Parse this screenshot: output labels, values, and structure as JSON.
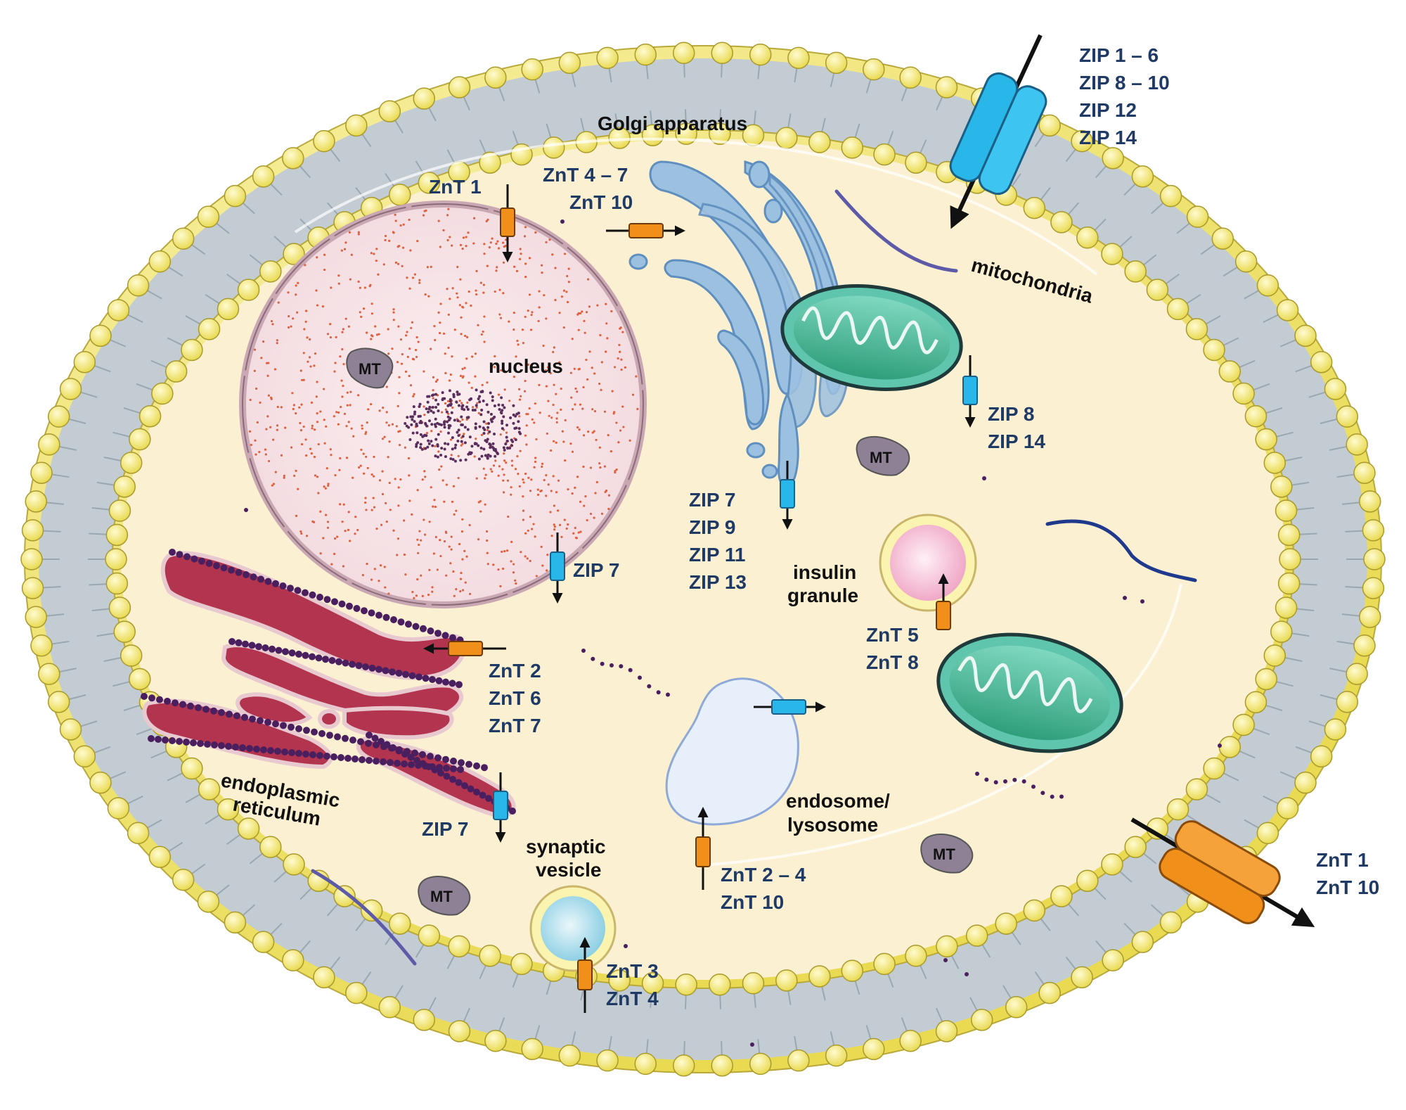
{
  "organelles": {
    "golgi": "Golgi apparatus",
    "mitochondria": "mitochondria",
    "nucleus": "nucleus",
    "insulin_granule": [
      "insulin",
      "granule"
    ],
    "endoplasmic_reticulum": [
      "endoplasmic",
      "reticulum"
    ],
    "synaptic_vesicle": [
      "synaptic",
      "vesicle"
    ],
    "endosome_lysosome": [
      "endosome/",
      "lysosome"
    ]
  },
  "metallothionein": "MT",
  "transporters": {
    "plasma_zip": [
      "ZIP 1 – 6",
      "ZIP 8 – 10",
      "ZIP 12",
      "ZIP 14"
    ],
    "nucleus_znt": [
      "ZnT 1"
    ],
    "golgi_znt": [
      "ZnT 4 – 7",
      "ZnT 10"
    ],
    "mito_zip": [
      "ZIP 8",
      "ZIP 14"
    ],
    "golgi_zip": [
      "ZIP 7",
      "ZIP 9",
      "ZIP 11",
      "ZIP 13"
    ],
    "nucleus_zip": [
      "ZIP 7"
    ],
    "er_znt": [
      "ZnT 2",
      "ZnT 6",
      "ZnT 7"
    ],
    "granule_znt": [
      "ZnT 5",
      "ZnT 8"
    ],
    "er_zip": [
      "ZIP 7"
    ],
    "endosome_znt": [
      "ZnT 2 – 4",
      "ZnT 10"
    ],
    "vesicle_znt": [
      "ZnT 3",
      "ZnT 4"
    ],
    "plasma_znt": [
      "ZnT 1",
      "ZnT 10"
    ]
  },
  "colors": {
    "zip_blue": "#29b6e8",
    "znt_orange": "#f0901a",
    "label_navy": "#1f3a64",
    "cytoplasm": "#fbf0d2",
    "lipid_head": "#f6ec84",
    "membrane_tail": "#b9c6cf",
    "er": "#b3344f",
    "golgi": "#7fa8cf",
    "mito": "#3cae8a"
  }
}
